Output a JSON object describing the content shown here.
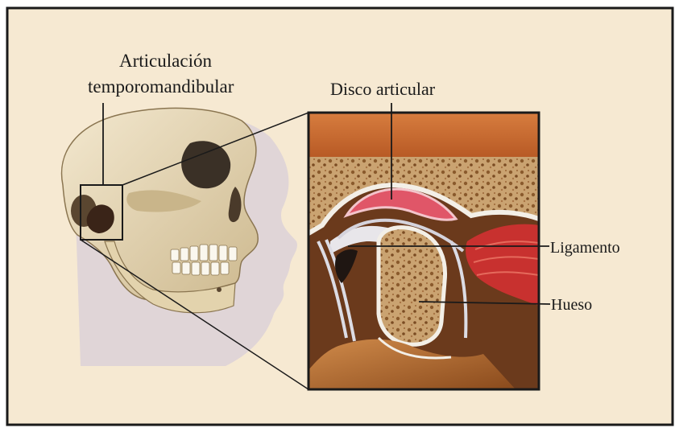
{
  "labels": {
    "tmj_line1": "Articulación",
    "tmj_line2": "temporomandibular",
    "disc": "Disco articular",
    "ligament": "Ligamento",
    "bone": "Hueso"
  },
  "colors": {
    "background": "#f6e9d2",
    "frame": "#1a1a1a",
    "face_shadow": "#d8cdd8",
    "skull": "#eadcb9",
    "bone_spongy": "#b98f5c",
    "disc": "#e05668",
    "muscle": "#c8312f",
    "cartilage": "#e8e6ea"
  },
  "icons": [
    "skull-illustration",
    "tmj-cross-section-illustration"
  ]
}
